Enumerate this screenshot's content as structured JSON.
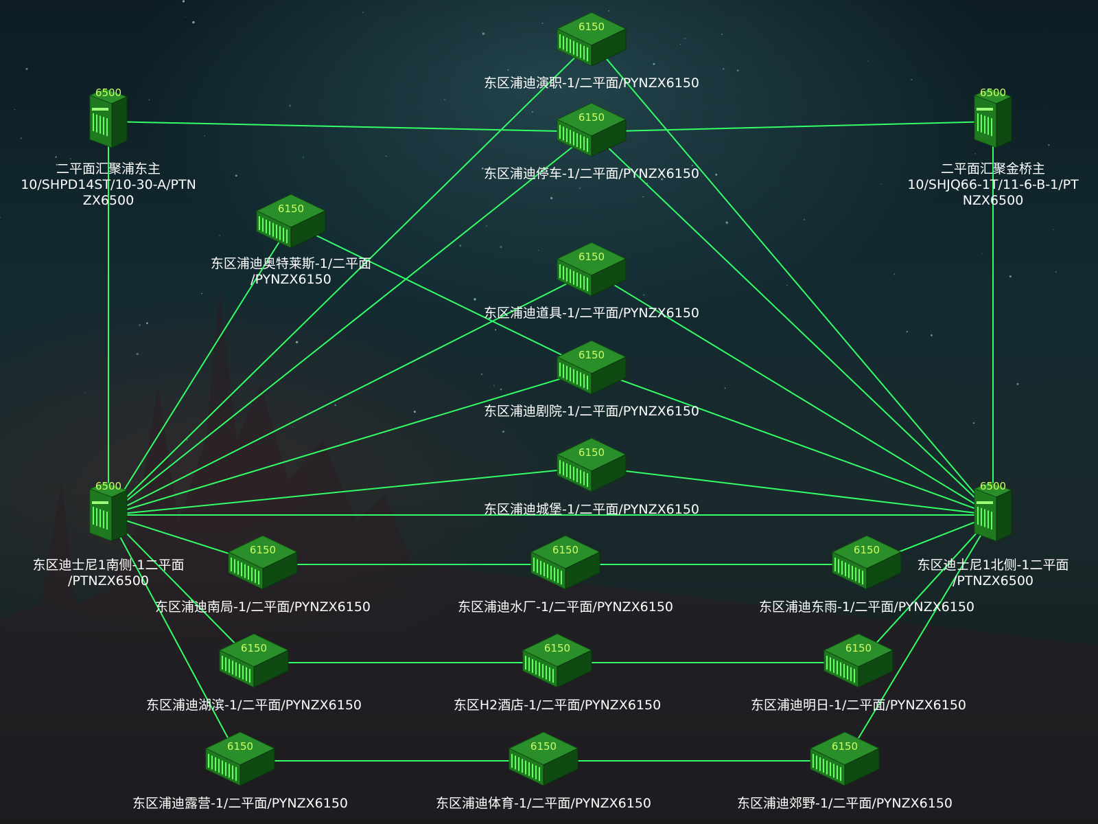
{
  "colors": {
    "link": "#33ff66",
    "device_top": "#2a8f2a",
    "device_front": "#1f7a1f",
    "device_side": "#0f4a12",
    "port": "#66ff66",
    "label": "#ffffff"
  },
  "nodes": [
    {
      "id": "yanzhi",
      "type": "6150",
      "badge": "6150",
      "label": [
        "东区浦迪演职-1/二平面/PYNZX6150"
      ]
    },
    {
      "id": "tingche",
      "type": "6150",
      "badge": "6150",
      "label": [
        "东区浦迪停车-1/二平面/PYNZX6150"
      ]
    },
    {
      "id": "pudong",
      "type": "6500",
      "badge": "6500",
      "label": [
        "二平面汇聚浦东主",
        "10/SHPD14ST/10-30-A/PTN",
        "ZX6500"
      ]
    },
    {
      "id": "jinqiao",
      "type": "6500",
      "badge": "6500",
      "label": [
        "二平面汇聚金桥主",
        "10/SHJQ66-1T/11-6-B-1/PT",
        "NZX6500"
      ]
    },
    {
      "id": "aotelai",
      "type": "6150",
      "badge": "6150",
      "label": [
        "东区浦迪奥特莱斯-1/二平面",
        "/PYNZX6150"
      ]
    },
    {
      "id": "daoju",
      "type": "6150",
      "badge": "6150",
      "label": [
        "东区浦迪道具-1/二平面/PYNZX6150"
      ]
    },
    {
      "id": "juyuan",
      "type": "6150",
      "badge": "6150",
      "label": [
        "东区浦迪剧院-1/二平面/PYNZX6150"
      ]
    },
    {
      "id": "chengbao",
      "type": "6150",
      "badge": "6150",
      "label": [
        "东区浦迪城堡-1/二平面/PYNZX6150"
      ]
    },
    {
      "id": "south",
      "type": "6500",
      "badge": "6500",
      "label": [
        "东区迪士尼1南侧-1二平面",
        "/PTNZX6500"
      ]
    },
    {
      "id": "north",
      "type": "6500",
      "badge": "6500",
      "label": [
        "东区迪士尼1北侧-1二平面",
        "/PTNZX6500"
      ]
    },
    {
      "id": "nanju",
      "type": "6150",
      "badge": "6150",
      "label": [
        "东区浦迪南局-1/二平面/PYNZX6150"
      ]
    },
    {
      "id": "shuichang",
      "type": "6150",
      "badge": "6150",
      "label": [
        "东区浦迪水厂-1/二平面/PYNZX6150"
      ]
    },
    {
      "id": "dongyu",
      "type": "6150",
      "badge": "6150",
      "label": [
        "东区浦迪东雨-1/二平面/PYNZX6150"
      ]
    },
    {
      "id": "hubin",
      "type": "6150",
      "badge": "6150",
      "label": [
        "东区浦迪湖滨-1/二平面/PYNZX6150"
      ]
    },
    {
      "id": "h2",
      "type": "6150",
      "badge": "6150",
      "label": [
        "东区H2酒店-1/二平面/PYNZX6150"
      ]
    },
    {
      "id": "mingri",
      "type": "6150",
      "badge": "6150",
      "label": [
        "东区浦迪明日-1/二平面/PYNZX6150"
      ]
    },
    {
      "id": "luying",
      "type": "6150",
      "badge": "6150",
      "label": [
        "东区浦迪露营-1/二平面/PYNZX6150"
      ]
    },
    {
      "id": "tiyu",
      "type": "6150",
      "badge": "6150",
      "label": [
        "东区浦迪体育-1/二平面/PYNZX6150"
      ]
    },
    {
      "id": "jiaoye",
      "type": "6150",
      "badge": "6150",
      "label": [
        "东区浦迪郊野-1/二平面/PYNZX6150"
      ]
    }
  ],
  "links": [
    [
      "pudong",
      "tingche"
    ],
    [
      "tingche",
      "jinqiao"
    ],
    [
      "pudong",
      "south"
    ],
    [
      "jinqiao",
      "north"
    ],
    [
      "south",
      "yanzhi"
    ],
    [
      "yanzhi",
      "north"
    ],
    [
      "south",
      "tingche"
    ],
    [
      "tingche",
      "north"
    ],
    [
      "south",
      "aotelai"
    ],
    [
      "aotelai",
      "juyuan"
    ],
    [
      "south",
      "daoju"
    ],
    [
      "daoju",
      "north"
    ],
    [
      "south",
      "juyuan"
    ],
    [
      "juyuan",
      "north"
    ],
    [
      "south",
      "chengbao"
    ],
    [
      "chengbao",
      "north"
    ],
    [
      "south",
      "north"
    ],
    [
      "south",
      "nanju"
    ],
    [
      "nanju",
      "shuichang"
    ],
    [
      "shuichang",
      "dongyu"
    ],
    [
      "dongyu",
      "north"
    ],
    [
      "south",
      "hubin"
    ],
    [
      "hubin",
      "h2"
    ],
    [
      "h2",
      "mingri"
    ],
    [
      "mingri",
      "north"
    ],
    [
      "south",
      "luying"
    ],
    [
      "luying",
      "tiyu"
    ],
    [
      "tiyu",
      "jiaoye"
    ],
    [
      "jiaoye",
      "north"
    ]
  ]
}
